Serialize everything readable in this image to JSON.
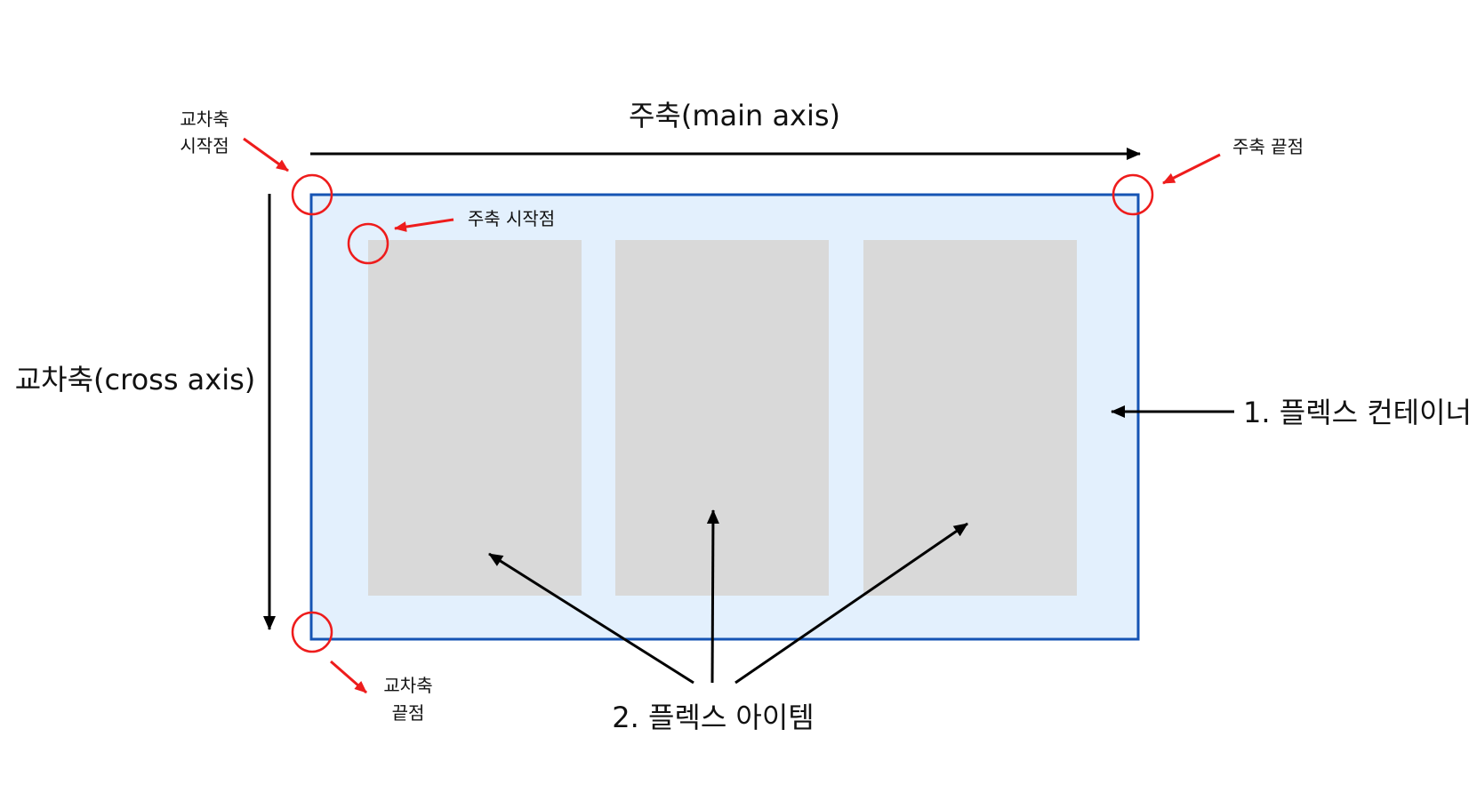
{
  "labels": {
    "main_axis": "주축(main axis)",
    "cross_axis": "교차축(cross axis)",
    "cross_start_line1": "교차축",
    "cross_start_line2": "시작점",
    "main_end": "주축 끝점",
    "main_start": "주축 시작점",
    "cross_end_line1": "교차축",
    "cross_end_line2": "끝점",
    "flex_container": "1. 플렉스 컨테이너",
    "flex_items": "2. 플렉스 아이템"
  },
  "colors": {
    "container_fill": "#e3f0fd",
    "container_border": "#1554b4",
    "item_fill": "#d9d9d9",
    "marker_red": "#ee1c1c",
    "arrow_black": "#000000"
  },
  "flex_item_count": 3
}
